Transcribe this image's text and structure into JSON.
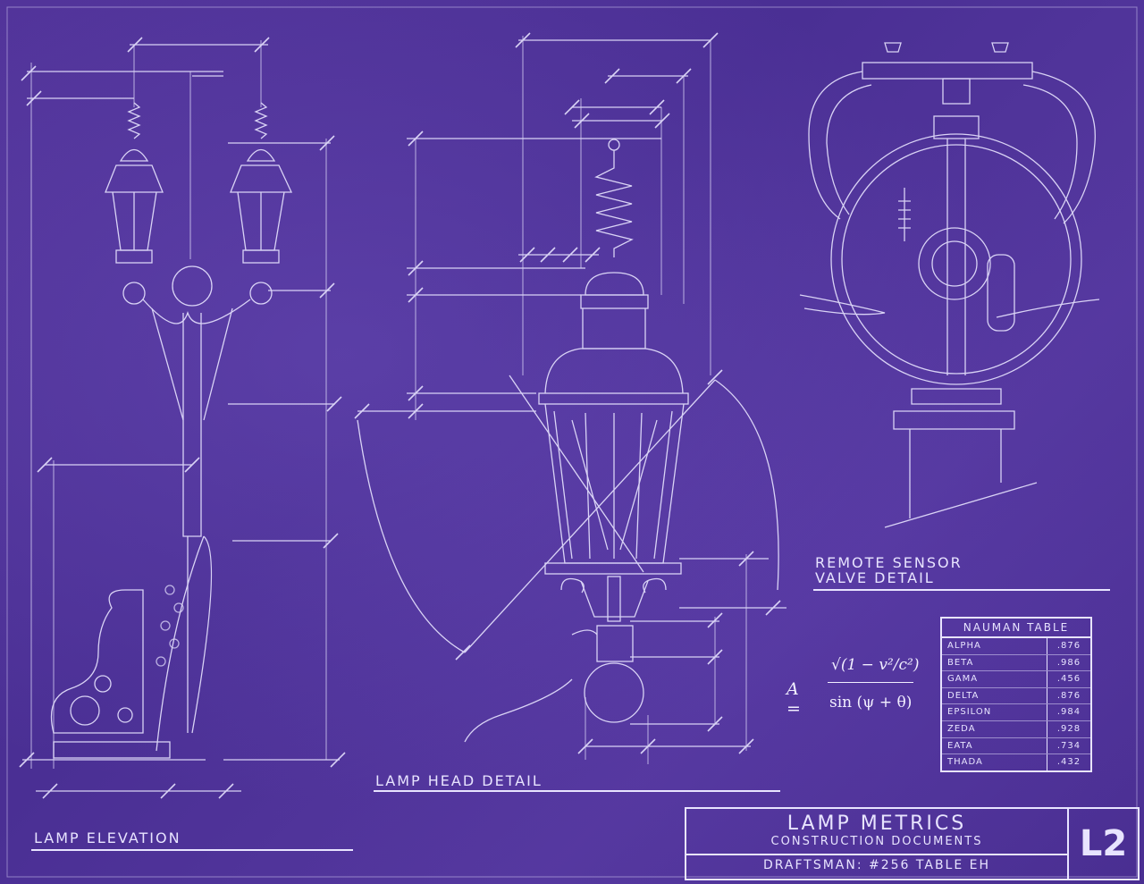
{
  "captions": {
    "elevation": "LAMP ELEVATION",
    "head": "LAMP HEAD DETAIL",
    "sensor_line1": "REMOTE SENSOR",
    "sensor_line2": "VALVE DETAIL"
  },
  "title_block": {
    "title": "LAMP METRICS",
    "subtitle": "CONSTRUCTION DOCUMENTS",
    "draftsman": "DRAFTSMAN: #256 TABLE EH",
    "sheet": "L2"
  },
  "equation": {
    "lhs": "A =",
    "numerator": "√(1 − v²/c²)",
    "denominator": "sin (ψ + θ)"
  },
  "table": {
    "header": "NAUMAN TABLE",
    "rows": [
      {
        "name": "ALPHA",
        "value": ".876"
      },
      {
        "name": "BETA",
        "value": ".986"
      },
      {
        "name": "GAMA",
        "value": ".456"
      },
      {
        "name": "DELTA",
        "value": ".876"
      },
      {
        "name": "EPSILON",
        "value": ".984"
      },
      {
        "name": "ZEDA",
        "value": ".928"
      },
      {
        "name": "EATA",
        "value": ".734"
      },
      {
        "name": "THADA",
        "value": ".432"
      }
    ]
  },
  "colors": {
    "paper": "#4b2f9a",
    "ink": "#e8e4ff"
  }
}
